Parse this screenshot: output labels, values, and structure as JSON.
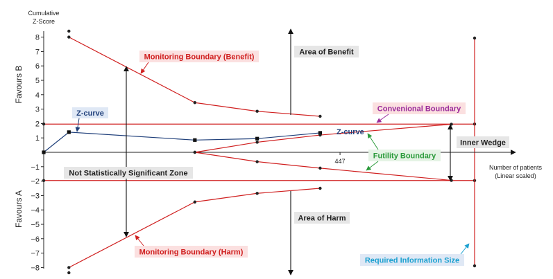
{
  "chart_data": {
    "type": "line",
    "ylabel": "Cumulative Z-Score",
    "xlabel": "Number of patients (Linear scaled)",
    "ylim": [
      -8.5,
      8.8
    ],
    "y_ticks": [
      "8",
      "7",
      "6",
      "5",
      "4",
      "3",
      "2",
      "1",
      "−1",
      "−2",
      "−3",
      "−4",
      "−5",
      "−6",
      "−7",
      "−8"
    ],
    "y_tick_values": [
      8,
      7,
      6,
      5,
      4,
      3,
      2,
      1,
      -1,
      -2,
      -3,
      -4,
      -5,
      -6,
      -7,
      -8
    ],
    "favours_b": "Favours B",
    "favours_a": "Favours A",
    "x_tick_label": "447",
    "x_tick_value": 447,
    "required_information_size": 650,
    "series": [
      {
        "key": "z_curve",
        "color": "#1f3f7a",
        "x": [
          0,
          38,
          228,
          322,
          417
        ],
        "y": [
          0,
          1.4,
          0.85,
          0.95,
          1.35
        ]
      },
      {
        "key": "benefit",
        "color": "#d02020",
        "x": [
          38,
          228,
          322,
          417
        ],
        "y": [
          8.0,
          3.45,
          2.85,
          2.5
        ]
      },
      {
        "key": "harm",
        "color": "#d02020",
        "x": [
          38,
          228,
          322,
          417
        ],
        "y": [
          -8.0,
          -3.45,
          -2.85,
          -2.5
        ]
      },
      {
        "key": "futility_upper",
        "color": "#d02020",
        "x": [
          228,
          322,
          417,
          615
        ],
        "y": [
          0,
          0.7,
          1.2,
          1.95
        ]
      },
      {
        "key": "futility_lower",
        "color": "#d02020",
        "x": [
          228,
          322,
          417,
          615
        ],
        "y": [
          0,
          -0.65,
          -1.1,
          -1.95
        ]
      }
    ],
    "conventional_boundary": 1.96,
    "annotations": {
      "monitoring_benefit": "Monitoring Boundary (Benefit)",
      "monitoring_harm": "Monitoring Boundary (Harm)",
      "z_curve_left": "Z-curve",
      "z_curve_right": "Z-curve",
      "conventional": "Convenional Boundary",
      "futility": "Futility Boundary",
      "inner_wedge": "Inner Wedge",
      "not_significant": "Not Statistically Significant Zone",
      "area_benefit": "Area of Benefit",
      "area_harm": "Area of Harm",
      "ris": "Required Information Size"
    },
    "colors": {
      "red": "#d02020",
      "blue": "#1f3f7a",
      "purple": "#9a2a9a",
      "green": "#2a9a3a",
      "cyan": "#1aa0d0",
      "red_box": "#fbe0e0",
      "blue_box": "#dfe8f5",
      "gray_box": "#e6e6e6"
    }
  }
}
